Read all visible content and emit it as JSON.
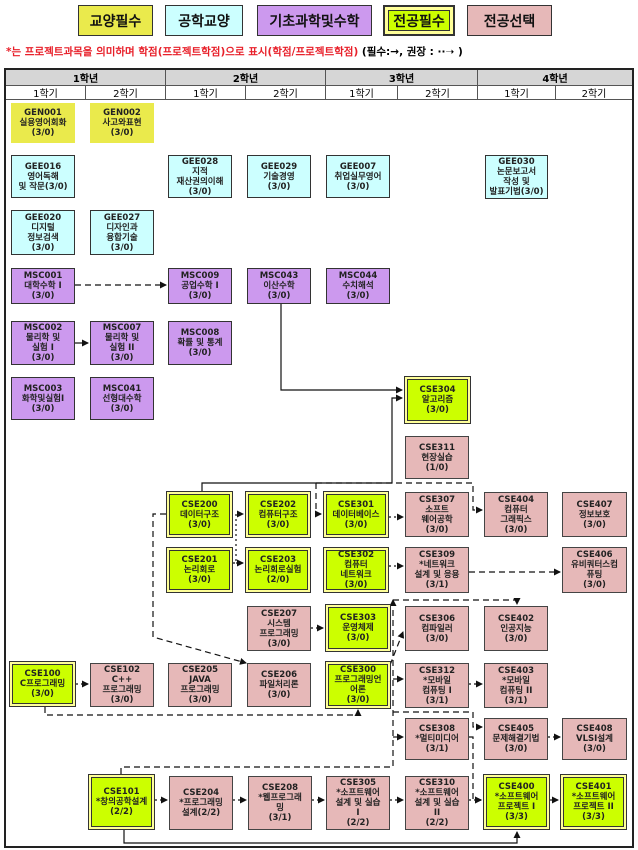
{
  "legend": [
    {
      "label": "교양필수",
      "category": "gen"
    },
    {
      "label": "공학교양",
      "category": "gee"
    },
    {
      "label": "기초과학및수학",
      "category": "msc"
    },
    {
      "label": "전공필수",
      "category": "core"
    },
    {
      "label": "전공선택",
      "category": "sel"
    }
  ],
  "note": {
    "text": "*는 프로젝트과목을 의미하며 학점(프로젝트학점)으로 표시(학점/프로젝트학점)",
    "required_label": "(필수:",
    "required_arrow": "→",
    "recommended_label": ", 권장 :",
    "recommended_arrow": "··➝",
    "close": ")"
  },
  "years": [
    "1학년",
    "2학년",
    "3학년",
    "4학년"
  ],
  "semesters": [
    "1학기",
    "2학기",
    "1학기",
    "2학기",
    "1학기",
    "2학기",
    "1학기",
    "2학기"
  ],
  "colors": {
    "gen": "#eaea4c",
    "gee": "#ccffff",
    "msc": "#cc99ee",
    "core": "#ccff00",
    "sel": "#e6b8b8",
    "note": "#e8202a"
  },
  "courses": [
    {
      "code": "GEN001",
      "name": "실용영어회화",
      "credit": "(3/0)",
      "category": "gen"
    },
    {
      "code": "GEN002",
      "name": "사고와표현",
      "credit": "(3/0)",
      "category": "gen"
    },
    {
      "code": "GEE016",
      "name": "영어독해\n및 작문(3/0)",
      "credit": "",
      "category": "gee"
    },
    {
      "code": "GEE028",
      "name": "지적\n재산권의이해",
      "credit": "(3/0)",
      "category": "gee"
    },
    {
      "code": "GEE029",
      "name": "기술경영",
      "credit": "(3/0)",
      "category": "gee"
    },
    {
      "code": "GEE007",
      "name": "취업실무영어",
      "credit": "(3/0)",
      "category": "gee"
    },
    {
      "code": "GEE030",
      "name": "논문보고서\n작성 및\n발표기법(3/0)",
      "credit": "",
      "category": "gee"
    },
    {
      "code": "GEE020",
      "name": "디지털\n정보검색",
      "credit": "(3/0)",
      "category": "gee"
    },
    {
      "code": "GEE027",
      "name": "디자인과\n융합기술",
      "credit": "(3/0)",
      "category": "gee"
    },
    {
      "code": "MSC001",
      "name": "대학수학 I",
      "credit": "(3/0)",
      "category": "msc"
    },
    {
      "code": "MSC009",
      "name": "공업수학 I",
      "credit": "(3/0)",
      "category": "msc"
    },
    {
      "code": "MSC043",
      "name": "이산수학",
      "credit": "(3/0)",
      "category": "msc"
    },
    {
      "code": "MSC044",
      "name": "수치해석",
      "credit": "(3/0)",
      "category": "msc"
    },
    {
      "code": "MSC002",
      "name": "물리학 및\n실험 I",
      "credit": "(3/0)",
      "category": "msc"
    },
    {
      "code": "MSC007",
      "name": "물리학 및\n실험 II",
      "credit": "(3/0)",
      "category": "msc"
    },
    {
      "code": "MSC008",
      "name": "확률 및 통계",
      "credit": "(3/0)",
      "category": "msc"
    },
    {
      "code": "MSC003",
      "name": "화학및실험I",
      "credit": "(3/0)",
      "category": "msc"
    },
    {
      "code": "MSC041",
      "name": "선형대수학",
      "credit": "(3/0)",
      "category": "msc"
    },
    {
      "code": "CSE304",
      "name": "알고리즘",
      "credit": "(3/0)",
      "category": "core"
    },
    {
      "code": "CSE311",
      "name": "현장실습",
      "credit": "(1/0)",
      "category": "sel"
    },
    {
      "code": "CSE200",
      "name": "데이터구조",
      "credit": "(3/0)",
      "category": "core"
    },
    {
      "code": "CSE202",
      "name": "컴퓨터구조",
      "credit": "(3/0)",
      "category": "core"
    },
    {
      "code": "CSE301",
      "name": "데이터베이스",
      "credit": "(3/0)",
      "category": "core"
    },
    {
      "code": "CSE307",
      "name": "소프트\n웨어공학",
      "credit": "(3/0)",
      "category": "sel"
    },
    {
      "code": "CSE404",
      "name": "컴퓨터\n그래픽스",
      "credit": "(3/0)",
      "category": "sel"
    },
    {
      "code": "CSE407",
      "name": "정보보호",
      "credit": "(3/0)",
      "category": "sel"
    },
    {
      "code": "CSE201",
      "name": "논리회로",
      "credit": "(3/0)",
      "category": "core"
    },
    {
      "code": "CSE203",
      "name": "논리회로실험",
      "credit": "(2/0)",
      "category": "core"
    },
    {
      "code": "CSE302",
      "name": "컴퓨터\n네트워크",
      "credit": "(3/0)",
      "category": "core"
    },
    {
      "code": "CSE309",
      "name": "*네트워크\n설계 및 응용",
      "credit": "(3/1)",
      "category": "sel"
    },
    {
      "code": "CSE406",
      "name": "유비쿼터스컴\n퓨팅",
      "credit": "(3/0)",
      "category": "sel"
    },
    {
      "code": "CSE207",
      "name": "시스템\n프로그래밍",
      "credit": "(3/0)",
      "category": "sel"
    },
    {
      "code": "CSE303",
      "name": "운영체제",
      "credit": "(3/0)",
      "category": "core"
    },
    {
      "code": "CSE306",
      "name": "컴파일러",
      "credit": "(3/0)",
      "category": "sel"
    },
    {
      "code": "CSE402",
      "name": "인공지능",
      "credit": "(3/0)",
      "category": "sel"
    },
    {
      "code": "CSE100",
      "name": "C프로그래밍",
      "credit": "(3/0)",
      "category": "core"
    },
    {
      "code": "CSE102",
      "name": "C++\n프로그래밍",
      "credit": "(3/0)",
      "category": "sel"
    },
    {
      "code": "CSE205",
      "name": "JAVA\n프로그래밍",
      "credit": "(3/0)",
      "category": "sel"
    },
    {
      "code": "CSE206",
      "name": "파일처리론",
      "credit": "(3/0)",
      "category": "sel"
    },
    {
      "code": "CSE300",
      "name": "프로그래밍언\n어론",
      "credit": "(3/0)",
      "category": "core"
    },
    {
      "code": "CSE312",
      "name": "*모바일\n컴퓨팅 I",
      "credit": "(3/1)",
      "category": "sel"
    },
    {
      "code": "CSE403",
      "name": "*모바일\n컴퓨팅 II",
      "credit": "(3/1)",
      "category": "sel"
    },
    {
      "code": "CSE308",
      "name": "*멀티미디어",
      "credit": "(3/1)",
      "category": "sel"
    },
    {
      "code": "CSE405",
      "name": "문제해결기법",
      "credit": "(3/0)",
      "category": "sel"
    },
    {
      "code": "CSE408",
      "name": "VLSI설계",
      "credit": "(3/0)",
      "category": "sel"
    },
    {
      "code": "CSE101",
      "name": "*창의공학설계",
      "credit": "(2/2)",
      "category": "core"
    },
    {
      "code": "CSE204",
      "name": "*프로그래밍\n설계(2/2)",
      "credit": "",
      "category": "sel"
    },
    {
      "code": "CSE208",
      "name": "*웹프로그래\n밍",
      "credit": "(3/1)",
      "category": "sel"
    },
    {
      "code": "CSE305",
      "name": "*소프트웨어\n설계 및 실습\nI",
      "credit": "(2/2)",
      "category": "sel"
    },
    {
      "code": "CSE310",
      "name": "*소프트웨어\n설계 및 실습\nII",
      "credit": "(2/2)",
      "category": "sel"
    },
    {
      "code": "CSE400",
      "name": "*소프트웨어\n프로젝트 I",
      "credit": "(3/3)",
      "category": "core"
    },
    {
      "code": "CSE401",
      "name": "*소프트웨어\n프로젝트 II",
      "credit": "(3/3)",
      "category": "core"
    }
  ]
}
